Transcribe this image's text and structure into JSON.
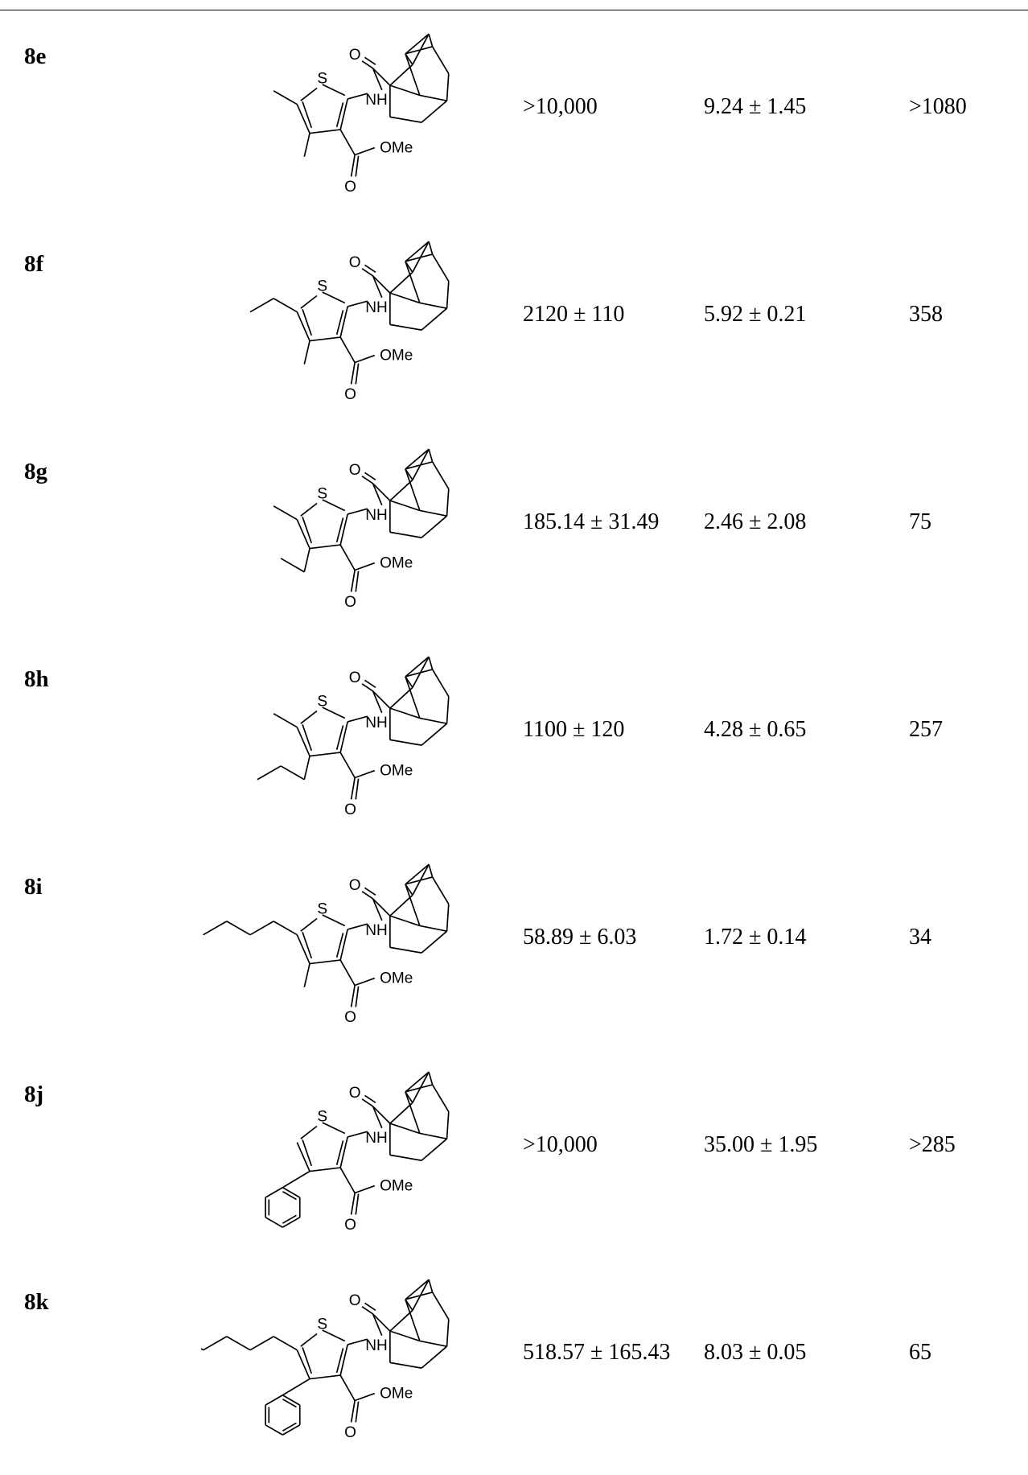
{
  "rows": [
    {
      "compound": "8e",
      "value1": ">10,000",
      "value2": "9.24 ± 1.45",
      "value3": ">1080",
      "r5": "methyl",
      "r4": "methyl"
    },
    {
      "compound": "8f",
      "value1": "2120 ± 110",
      "value2": "5.92 ± 0.21",
      "value3": "358",
      "r5": "ethyl",
      "r4": "methyl"
    },
    {
      "compound": "8g",
      "value1": "185.14 ± 31.49",
      "value2": "2.46 ± 2.08",
      "value3": "75",
      "r5": "methyl",
      "r4": "ethyl"
    },
    {
      "compound": "8h",
      "value1": "1100 ± 120",
      "value2": "4.28 ± 0.65",
      "value3": "257",
      "r5": "methyl",
      "r4": "propyl"
    },
    {
      "compound": "8i",
      "value1": "58.89 ± 6.03",
      "value2": "1.72 ± 0.14",
      "value3": "34",
      "r5": "butyl",
      "r4": "methyl"
    },
    {
      "compound": "8j",
      "value1": ">10,000",
      "value2": "35.00 ± 1.95",
      "value3": ">285",
      "r5": "H",
      "r4": "phenyl"
    },
    {
      "compound": "8k",
      "value1": "518.57 ± 165.43",
      "value2": "8.03 ± 0.05",
      "value3": "65",
      "r5": "pentyl",
      "r4": "phenyl"
    }
  ],
  "structure_labels": {
    "sulfur": "S",
    "amide_nh": "NH",
    "carbonyl_o": "O",
    "ester_o": "O",
    "ester_ome": "OMe"
  }
}
